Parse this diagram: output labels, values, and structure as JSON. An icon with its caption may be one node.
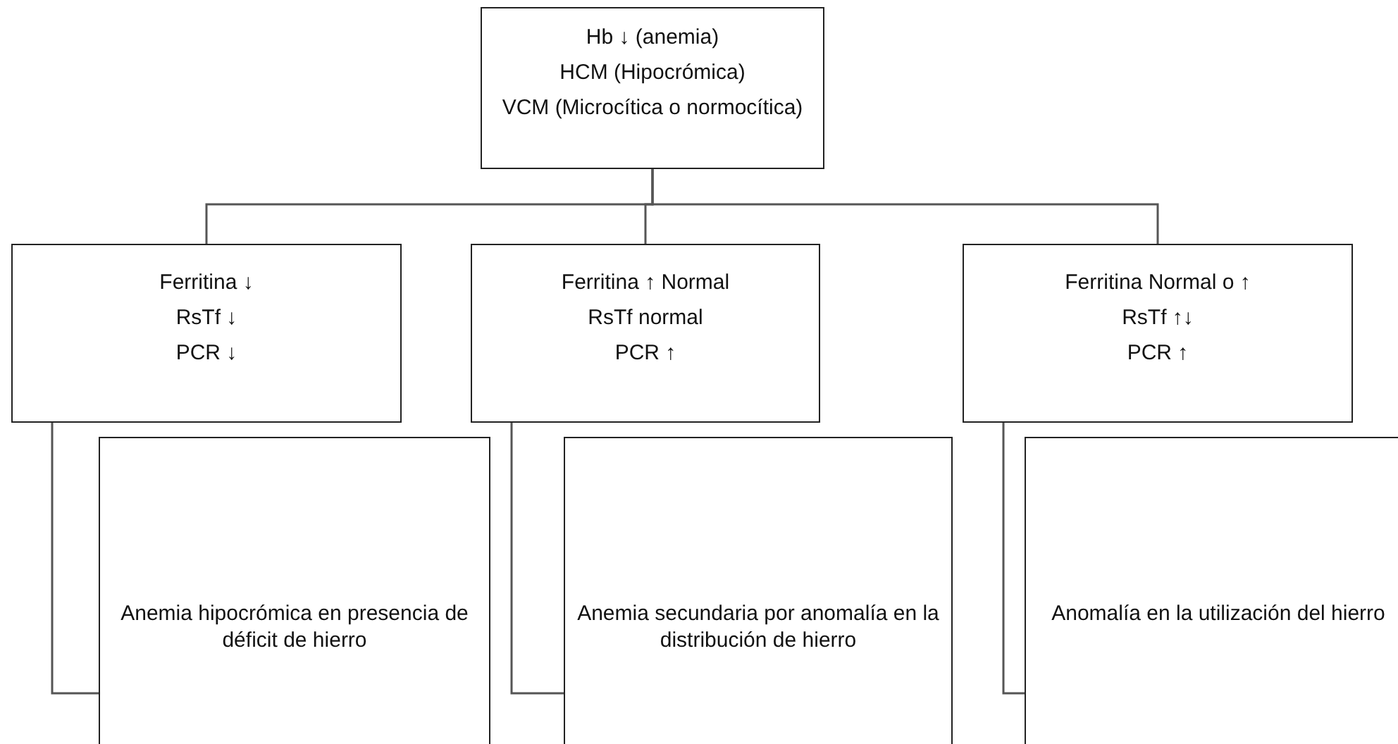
{
  "diagram": {
    "nodes": [
      {
        "text": [
          "Hb ↓ (anemia)",
          "HCM (Hipocrómica)",
          "VCM (Microcítica o normocítica)"
        ]
      },
      {
        "text": [
          "Ferritina ↓",
          "RsTf ↓",
          "PCR ↓"
        ]
      },
      {
        "text": [
          "Ferritina ↑ Normal",
          "RsTf normal",
          "PCR ↑"
        ]
      },
      {
        "text": [
          "Ferritina Normal o ↑",
          "RsTf  ↑↓",
          "PCR ↑"
        ]
      },
      {
        "text": [
          "Anemia hipocrómica en presencia de déficit de hierro"
        ]
      },
      {
        "text": [
          "Anemia secundaria por anomalía en la distribución de hierro"
        ]
      },
      {
        "text": [
          "Anomalía en la utilización del hierro"
        ]
      }
    ],
    "edges": [
      {
        "from": 0,
        "to": 1,
        "arrow": "none"
      },
      {
        "from": 0,
        "to": 2,
        "arrow": "none"
      },
      {
        "from": 0,
        "to": 3,
        "arrow": "none"
      },
      {
        "from": 1,
        "to": 4,
        "arrow": "none"
      },
      {
        "from": 2,
        "to": 5,
        "arrow": "none"
      },
      {
        "from": 3,
        "to": 6,
        "arrow": "none"
      }
    ]
  }
}
